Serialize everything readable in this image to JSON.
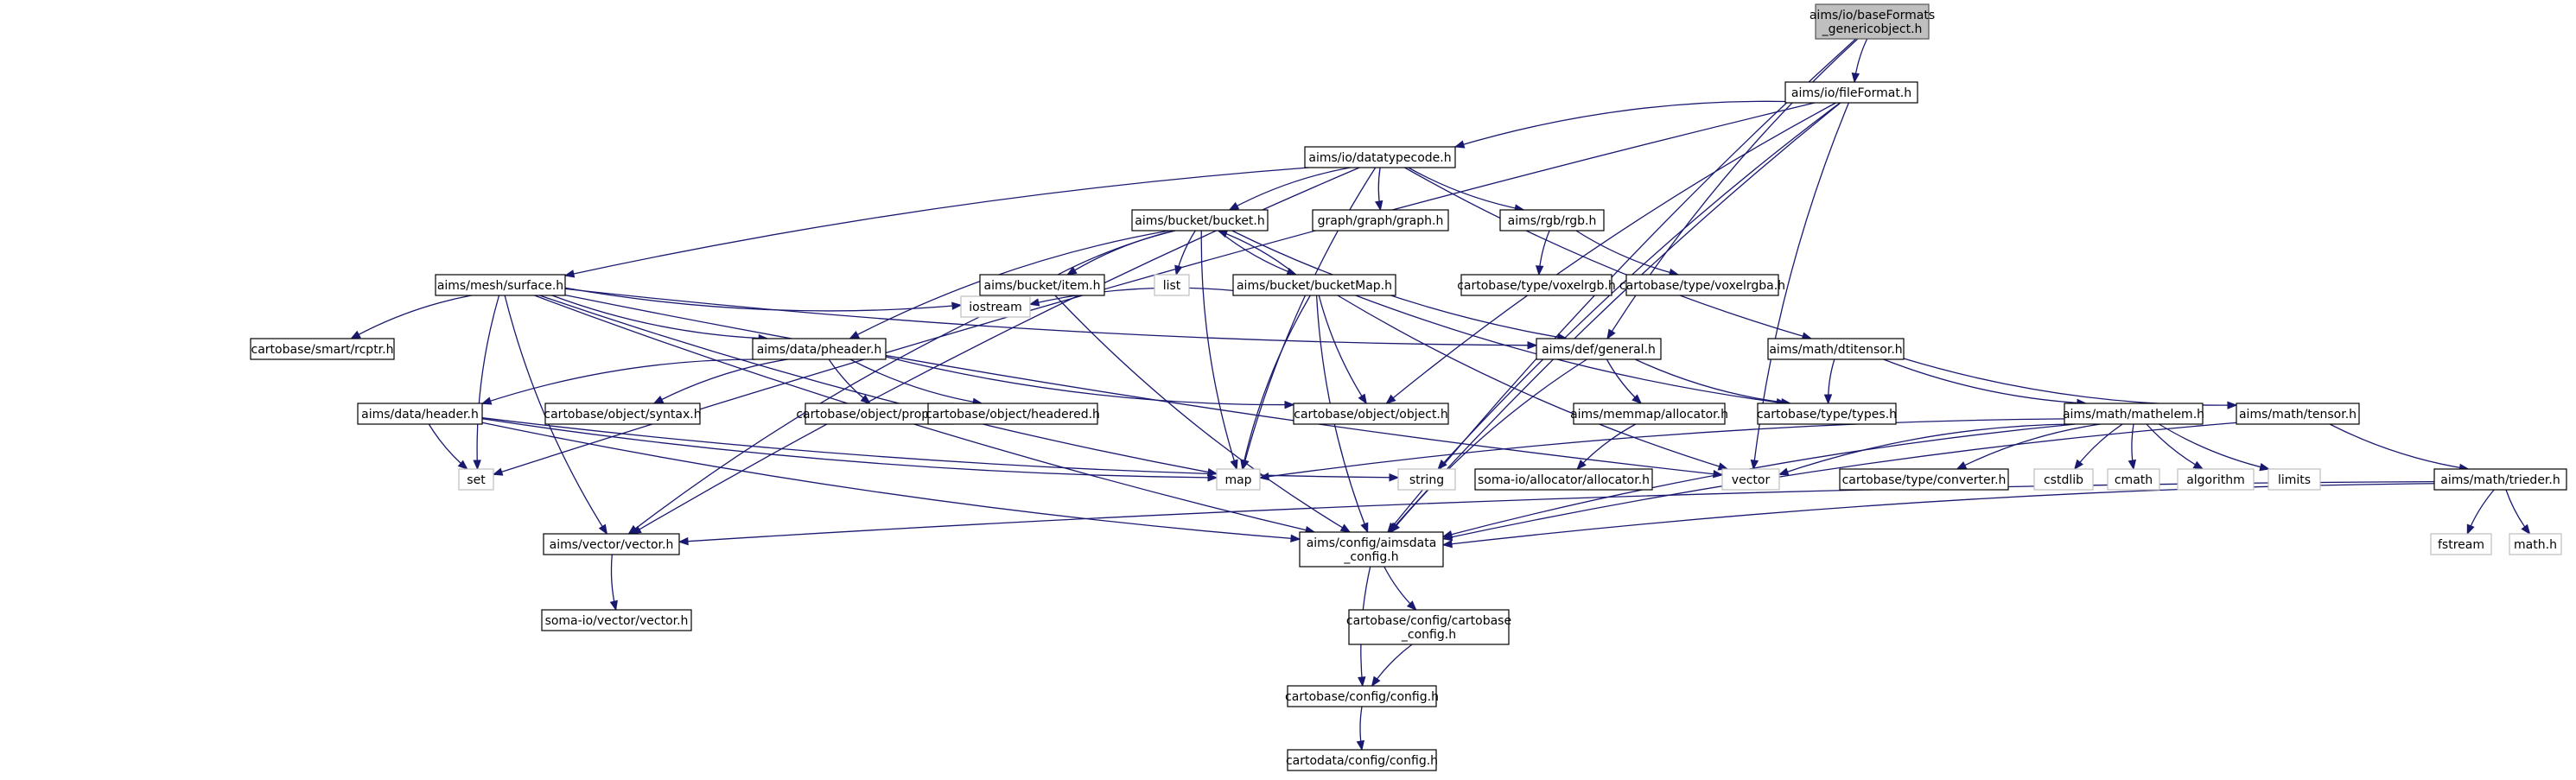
{
  "graph": {
    "colors": {
      "edge": "#191970",
      "root_fill": "#bfbfbf",
      "node_border": "#000000",
      "system_border": "#bfbfbf"
    },
    "nodes": [
      {
        "id": "root",
        "lines": [
          "aims/io/baseFormats",
          "_genericobject.h"
        ],
        "kind": "root"
      },
      {
        "id": "fileFormat",
        "lines": [
          "aims/io/fileFormat.h"
        ],
        "kind": "file"
      },
      {
        "id": "datatypecode",
        "lines": [
          "aims/io/datatypecode.h"
        ],
        "kind": "file"
      },
      {
        "id": "bucket",
        "lines": [
          "aims/bucket/bucket.h"
        ],
        "kind": "file"
      },
      {
        "id": "graph",
        "lines": [
          "graph/graph/graph.h"
        ],
        "kind": "file"
      },
      {
        "id": "rgb",
        "lines": [
          "aims/rgb/rgb.h"
        ],
        "kind": "file"
      },
      {
        "id": "voxelrgb",
        "lines": [
          "cartobase/type/voxelrgb.h"
        ],
        "kind": "file"
      },
      {
        "id": "voxelrgba",
        "lines": [
          "cartobase/type/voxelrgba.h"
        ],
        "kind": "file"
      },
      {
        "id": "surface",
        "lines": [
          "aims/mesh/surface.h"
        ],
        "kind": "file"
      },
      {
        "id": "item",
        "lines": [
          "aims/bucket/item.h"
        ],
        "kind": "file"
      },
      {
        "id": "list",
        "lines": [
          "list"
        ],
        "kind": "system"
      },
      {
        "id": "bucketMap",
        "lines": [
          "aims/bucket/bucketMap.h"
        ],
        "kind": "file"
      },
      {
        "id": "rcptr",
        "lines": [
          "cartobase/smart/rcptr.h"
        ],
        "kind": "file"
      },
      {
        "id": "pheader",
        "lines": [
          "aims/data/pheader.h"
        ],
        "kind": "file"
      },
      {
        "id": "iostream",
        "lines": [
          "iostream"
        ],
        "kind": "system"
      },
      {
        "id": "general",
        "lines": [
          "aims/def/general.h"
        ],
        "kind": "file"
      },
      {
        "id": "dtitensor",
        "lines": [
          "aims/math/dtitensor.h"
        ],
        "kind": "file"
      },
      {
        "id": "header",
        "lines": [
          "aims/data/header.h"
        ],
        "kind": "file"
      },
      {
        "id": "syntax",
        "lines": [
          "cartobase/object/syntax.h"
        ],
        "kind": "file"
      },
      {
        "id": "property",
        "lines": [
          "cartobase/object/property.h"
        ],
        "kind": "file"
      },
      {
        "id": "headered",
        "lines": [
          "cartobase/object/headered.h"
        ],
        "kind": "file"
      },
      {
        "id": "object",
        "lines": [
          "cartobase/object/object.h"
        ],
        "kind": "file"
      },
      {
        "id": "allocatorh",
        "lines": [
          "aims/memmap/allocator.h"
        ],
        "kind": "file"
      },
      {
        "id": "types",
        "lines": [
          "cartobase/type/types.h"
        ],
        "kind": "file"
      },
      {
        "id": "mathelem",
        "lines": [
          "aims/math/mathelem.h"
        ],
        "kind": "file"
      },
      {
        "id": "tensor",
        "lines": [
          "aims/math/tensor.h"
        ],
        "kind": "file"
      },
      {
        "id": "set",
        "lines": [
          "set"
        ],
        "kind": "system"
      },
      {
        "id": "map",
        "lines": [
          "map"
        ],
        "kind": "system"
      },
      {
        "id": "string",
        "lines": [
          "string"
        ],
        "kind": "system"
      },
      {
        "id": "somaalloc",
        "lines": [
          "soma-io/allocator/allocator.h"
        ],
        "kind": "file"
      },
      {
        "id": "vector",
        "lines": [
          "vector"
        ],
        "kind": "system"
      },
      {
        "id": "converter",
        "lines": [
          "cartobase/type/converter.h"
        ],
        "kind": "file"
      },
      {
        "id": "cstdlib",
        "lines": [
          "cstdlib"
        ],
        "kind": "system"
      },
      {
        "id": "cmath",
        "lines": [
          "cmath"
        ],
        "kind": "system"
      },
      {
        "id": "algorithm",
        "lines": [
          "algorithm"
        ],
        "kind": "system"
      },
      {
        "id": "limits",
        "lines": [
          "limits"
        ],
        "kind": "system"
      },
      {
        "id": "trieder",
        "lines": [
          "aims/math/trieder.h"
        ],
        "kind": "file"
      },
      {
        "id": "aimsvector",
        "lines": [
          "aims/vector/vector.h"
        ],
        "kind": "file"
      },
      {
        "id": "aimsdata",
        "lines": [
          "aims/config/aimsdata",
          "_config.h"
        ],
        "kind": "file"
      },
      {
        "id": "fstream",
        "lines": [
          "fstream"
        ],
        "kind": "system"
      },
      {
        "id": "mathh",
        "lines": [
          "math.h"
        ],
        "kind": "system"
      },
      {
        "id": "somavector",
        "lines": [
          "soma-io/vector/vector.h"
        ],
        "kind": "file"
      },
      {
        "id": "cartobaseconfig",
        "lines": [
          "cartobase/config/cartobase",
          "_config.h"
        ],
        "kind": "file"
      },
      {
        "id": "config",
        "lines": [
          "cartobase/config/config.h"
        ],
        "kind": "file"
      },
      {
        "id": "cartodataconfig",
        "lines": [
          "cartodata/config/config.h"
        ],
        "kind": "file"
      }
    ],
    "edges": [
      [
        "root",
        "fileFormat"
      ],
      [
        "root",
        "aimsdata"
      ],
      [
        "root",
        "general"
      ],
      [
        "fileFormat",
        "datatypecode"
      ],
      [
        "fileFormat",
        "set"
      ],
      [
        "fileFormat",
        "object"
      ],
      [
        "fileFormat",
        "vector"
      ],
      [
        "fileFormat",
        "string"
      ],
      [
        "fileFormat",
        "aimsdata"
      ],
      [
        "datatypecode",
        "bucket"
      ],
      [
        "datatypecode",
        "graph"
      ],
      [
        "datatypecode",
        "rgb"
      ],
      [
        "datatypecode",
        "surface"
      ],
      [
        "datatypecode",
        "dtitensor"
      ],
      [
        "datatypecode",
        "aimsvector"
      ],
      [
        "datatypecode",
        "map"
      ],
      [
        "rgb",
        "voxelrgb"
      ],
      [
        "rgb",
        "voxelrgba"
      ],
      [
        "bucket",
        "item"
      ],
      [
        "bucket",
        "list"
      ],
      [
        "bucket",
        "bucketMap"
      ],
      [
        "bucket",
        "iostream"
      ],
      [
        "bucket",
        "map"
      ],
      [
        "bucket",
        "pheader"
      ],
      [
        "bucket",
        "general"
      ],
      [
        "bucketMap",
        "bucket"
      ],
      [
        "bucketMap",
        "iostream"
      ],
      [
        "bucketMap",
        "map"
      ],
      [
        "bucketMap",
        "object"
      ],
      [
        "bucketMap",
        "aimsdata"
      ],
      [
        "bucketMap",
        "types"
      ],
      [
        "bucketMap",
        "vector"
      ],
      [
        "item",
        "iostream"
      ],
      [
        "item",
        "aimsdata"
      ],
      [
        "item",
        "aimsvector"
      ],
      [
        "surface",
        "rcptr"
      ],
      [
        "surface",
        "pheader"
      ],
      [
        "surface",
        "iostream"
      ],
      [
        "surface",
        "general"
      ],
      [
        "surface",
        "set"
      ],
      [
        "surface",
        "map"
      ],
      [
        "surface",
        "vector"
      ],
      [
        "surface",
        "aimsvector"
      ],
      [
        "surface",
        "aimsdata"
      ],
      [
        "pheader",
        "header"
      ],
      [
        "pheader",
        "syntax"
      ],
      [
        "pheader",
        "property"
      ],
      [
        "pheader",
        "headered"
      ],
      [
        "pheader",
        "object"
      ],
      [
        "header",
        "set"
      ],
      [
        "header",
        "map"
      ],
      [
        "header",
        "string"
      ],
      [
        "header",
        "aimsdata"
      ],
      [
        "general",
        "allocatorh"
      ],
      [
        "general",
        "types"
      ],
      [
        "general",
        "aimsdata"
      ],
      [
        "allocatorh",
        "somaalloc"
      ],
      [
        "dtitensor",
        "mathelem"
      ],
      [
        "dtitensor",
        "tensor"
      ],
      [
        "dtitensor",
        "types"
      ],
      [
        "mathelem",
        "converter"
      ],
      [
        "mathelem",
        "cstdlib"
      ],
      [
        "mathelem",
        "cmath"
      ],
      [
        "mathelem",
        "algorithm"
      ],
      [
        "mathelem",
        "limits"
      ],
      [
        "mathelem",
        "vector"
      ],
      [
        "mathelem",
        "map"
      ],
      [
        "mathelem",
        "aimsdata"
      ],
      [
        "tensor",
        "trieder"
      ],
      [
        "tensor",
        "aimsdata"
      ],
      [
        "trieder",
        "fstream"
      ],
      [
        "trieder",
        "mathh"
      ],
      [
        "trieder",
        "aimsdata"
      ],
      [
        "trieder",
        "aimsvector"
      ],
      [
        "aimsvector",
        "somavector"
      ],
      [
        "aimsdata",
        "cartobaseconfig"
      ],
      [
        "aimsdata",
        "config"
      ],
      [
        "cartobaseconfig",
        "config"
      ],
      [
        "config",
        "cartodataconfig"
      ]
    ]
  }
}
